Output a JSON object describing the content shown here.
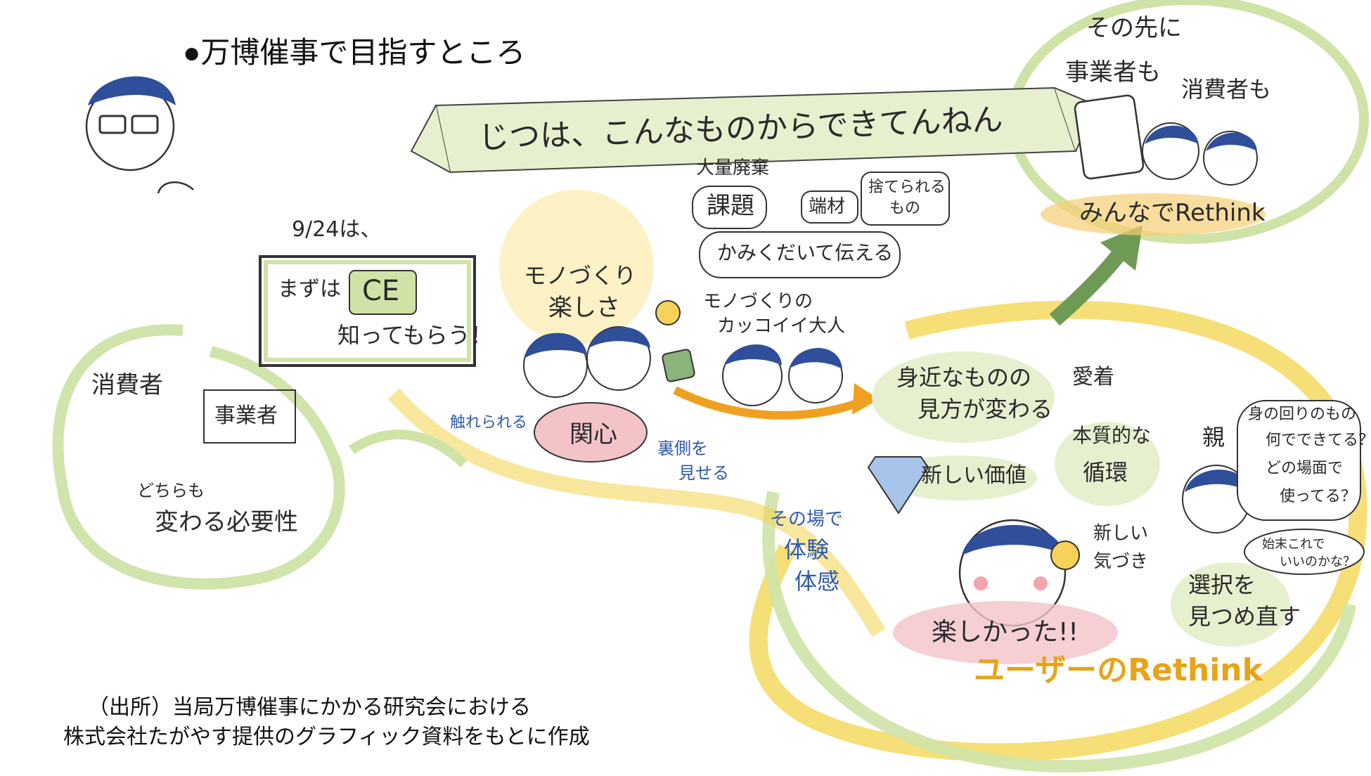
{
  "title": "●万博催事で目指すところ",
  "banner": "じつは、こんなものからできてんねん",
  "date_label": "9/24は、",
  "board": {
    "line1": "まずは",
    "ce": "CE",
    "line2": "知ってもらう！"
  },
  "left_loop": {
    "consumer": "消費者",
    "business": "事業者",
    "both": "どちらも",
    "need": "変わる必要性"
  },
  "monodukuri": {
    "line1": "モノづくり",
    "line2": "楽しさ",
    "touch": "触れられる",
    "interest": "関心",
    "show_back": "裏側を",
    "show_back2": "見せる",
    "cool_adult1": "モノづくりの",
    "cool_adult2": "カッコイイ大人"
  },
  "issues": {
    "waste": "大量廃棄",
    "issue": "課題",
    "material": "端材",
    "discarded1": "捨てられる",
    "discarded2": "もの",
    "explain": "かみくだいて伝える"
  },
  "top_right": {
    "beyond": "その先に",
    "business": "事業者も",
    "consumer": "消費者も",
    "everyone": "みんなでRethink"
  },
  "user_area": {
    "view1": "身近なものの",
    "view2": "見方が変わる",
    "attachment": "愛着",
    "essential1": "本質的な",
    "essential2": "循環",
    "new_value": "新しい価値",
    "onsite1": "その場で",
    "onsite2": "体験",
    "onsite3": "体感",
    "new_insight1": "新しい",
    "new_insight2": "気づき",
    "fun": "楽しかった!!",
    "user_rethink": "ユーザーのRethink",
    "parent": "親",
    "q1a": "身の回りのもの",
    "q1b": "何でできてる？",
    "q1c": "どの場面で",
    "q1d": "使ってる？",
    "q2a": "始末これで",
    "q2b": "いいのかな？",
    "reconsider1": "選択を",
    "reconsider2": "見つめ直す"
  },
  "source": {
    "line1": "（出所）当局万博催事にかかる研究会における",
    "line2": "株式会社たがやす提供のグラフィック資料をもとに作成"
  },
  "colors": {
    "green_wash": "#cfe3a6",
    "yellow_wash": "#f3d44a",
    "pink_wash": "#f3c3c8",
    "navy_hair": "#2f4f9a",
    "arrow_orange": "#f0a020",
    "arrow_green": "#6f9a55"
  }
}
